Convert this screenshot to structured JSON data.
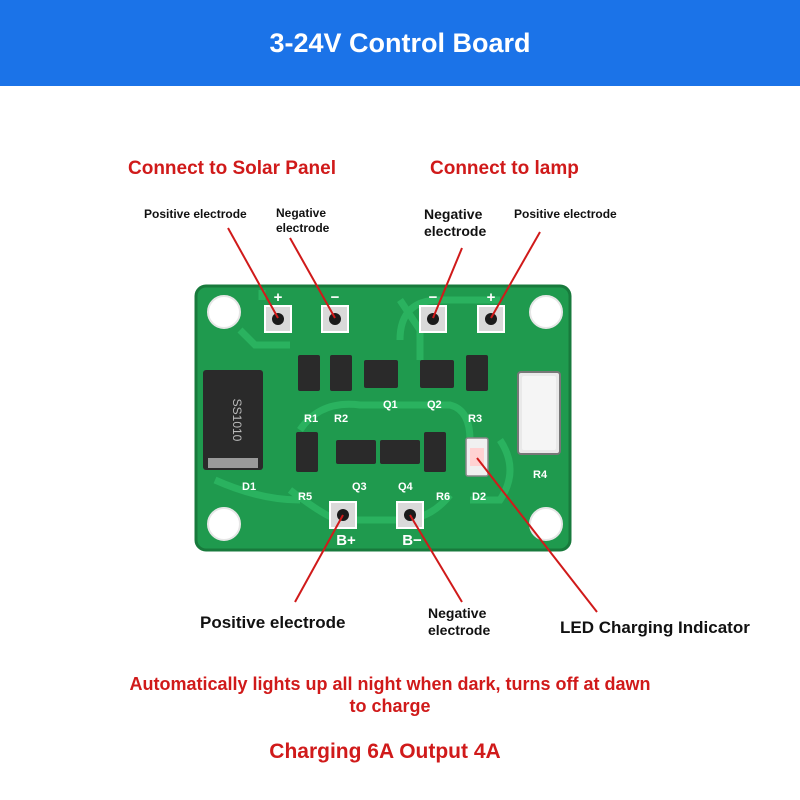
{
  "header": {
    "title": "3-24V Control Board"
  },
  "sections": {
    "solar": "Connect to Solar Panel",
    "lamp": "Connect to lamp"
  },
  "labels": {
    "solar_positive": "Positive electrode",
    "solar_negative": "Negative electrode",
    "lamp_negative": "Negative electrode",
    "lamp_positive": "Positive electrode",
    "battery_positive": "Positive electrode",
    "battery_negative": "Negative electrode",
    "led_indicator": "LED Charging Indicator"
  },
  "board": {
    "terminals_top": [
      "+",
      "−",
      "−",
      "+"
    ],
    "terminals_bottom": [
      "B+",
      "B−"
    ],
    "components": [
      "R1",
      "R2",
      "Q1",
      "Q2",
      "R3",
      "R4",
      "D1",
      "R5",
      "Q3",
      "Q4",
      "R6",
      "D2"
    ],
    "diode_marking": "SS1010"
  },
  "footer": {
    "description": "Automatically lights up all night when dark, turns off at dawn to charge",
    "spec": "Charging 6A Output 4A"
  },
  "colors": {
    "banner": "#1b73e8",
    "accent_text": "#d01a1a",
    "pcb": "#1f9a4e"
  }
}
